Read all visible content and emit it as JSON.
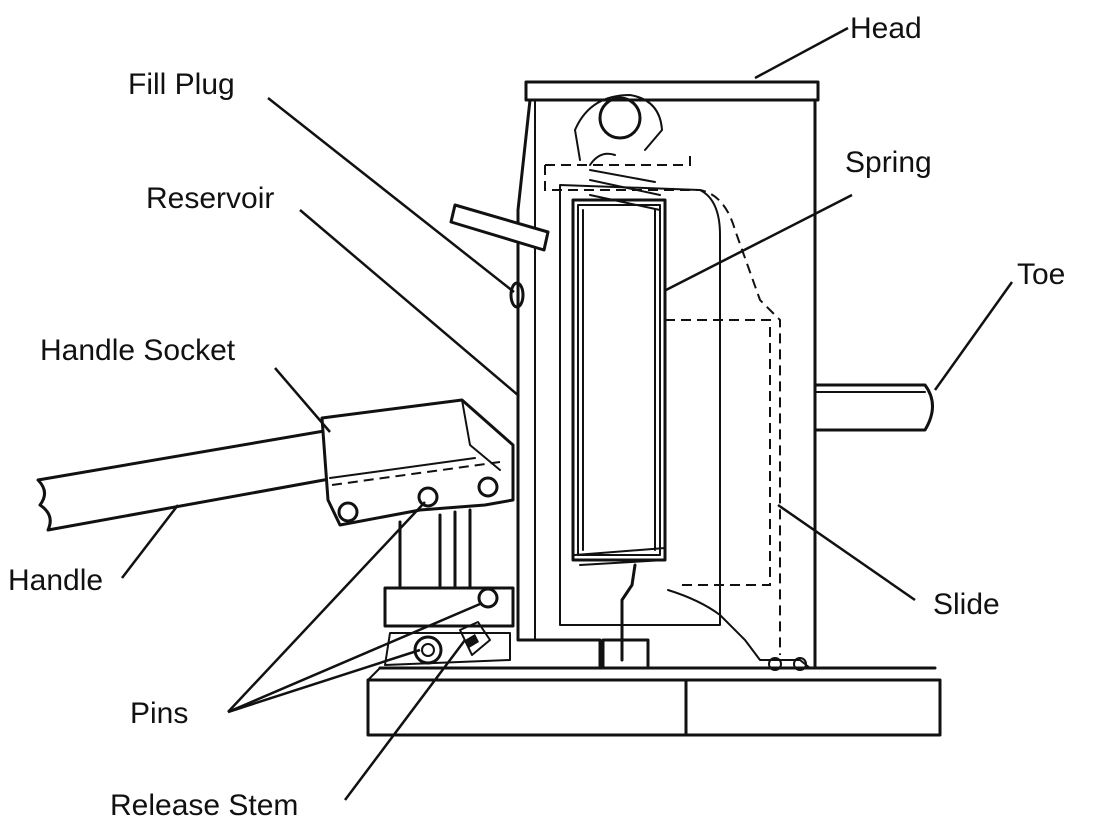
{
  "labels": {
    "head": "Head",
    "fill_plug": "Fill Plug",
    "spring": "Spring",
    "reservoir": "Reservoir",
    "toe": "Toe",
    "handle_socket": "Handle Socket",
    "handle": "Handle",
    "slide": "Slide",
    "pins": "Pins",
    "release_stem": "Release Stem"
  },
  "colors": {
    "ink": "#111111",
    "background": "#ffffff"
  }
}
